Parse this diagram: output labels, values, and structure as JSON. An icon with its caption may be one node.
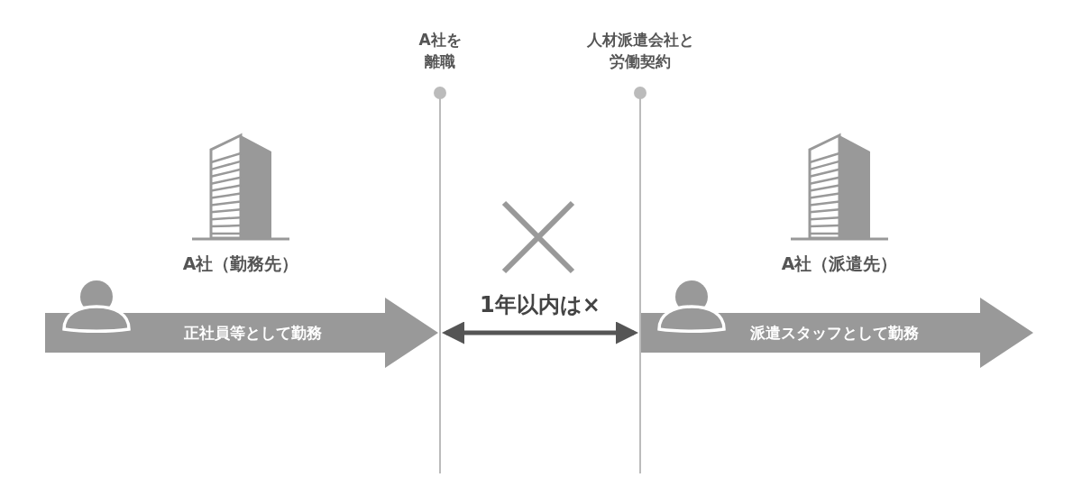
{
  "diagram": {
    "nodes": [
      {
        "text": [],
        "shape": "bar",
        "beside": [
          "A社を離職"
        ]
      },
      {
        "text": [],
        "shape": "bar",
        "beside": [
          "人材派遣会社と労働契約"
        ]
      },
      {
        "text": [
          "正社員等として勤務"
        ]
      },
      {
        "text": [
          "派遣スタッフとして勤務"
        ]
      }
    ],
    "edges": [
      {
        "from": 0,
        "to": 1,
        "arrow": "both",
        "label": "1年以内は×"
      }
    ],
    "labels": [
      "A社（勤務先）",
      "A社（派遣先）"
    ]
  }
}
